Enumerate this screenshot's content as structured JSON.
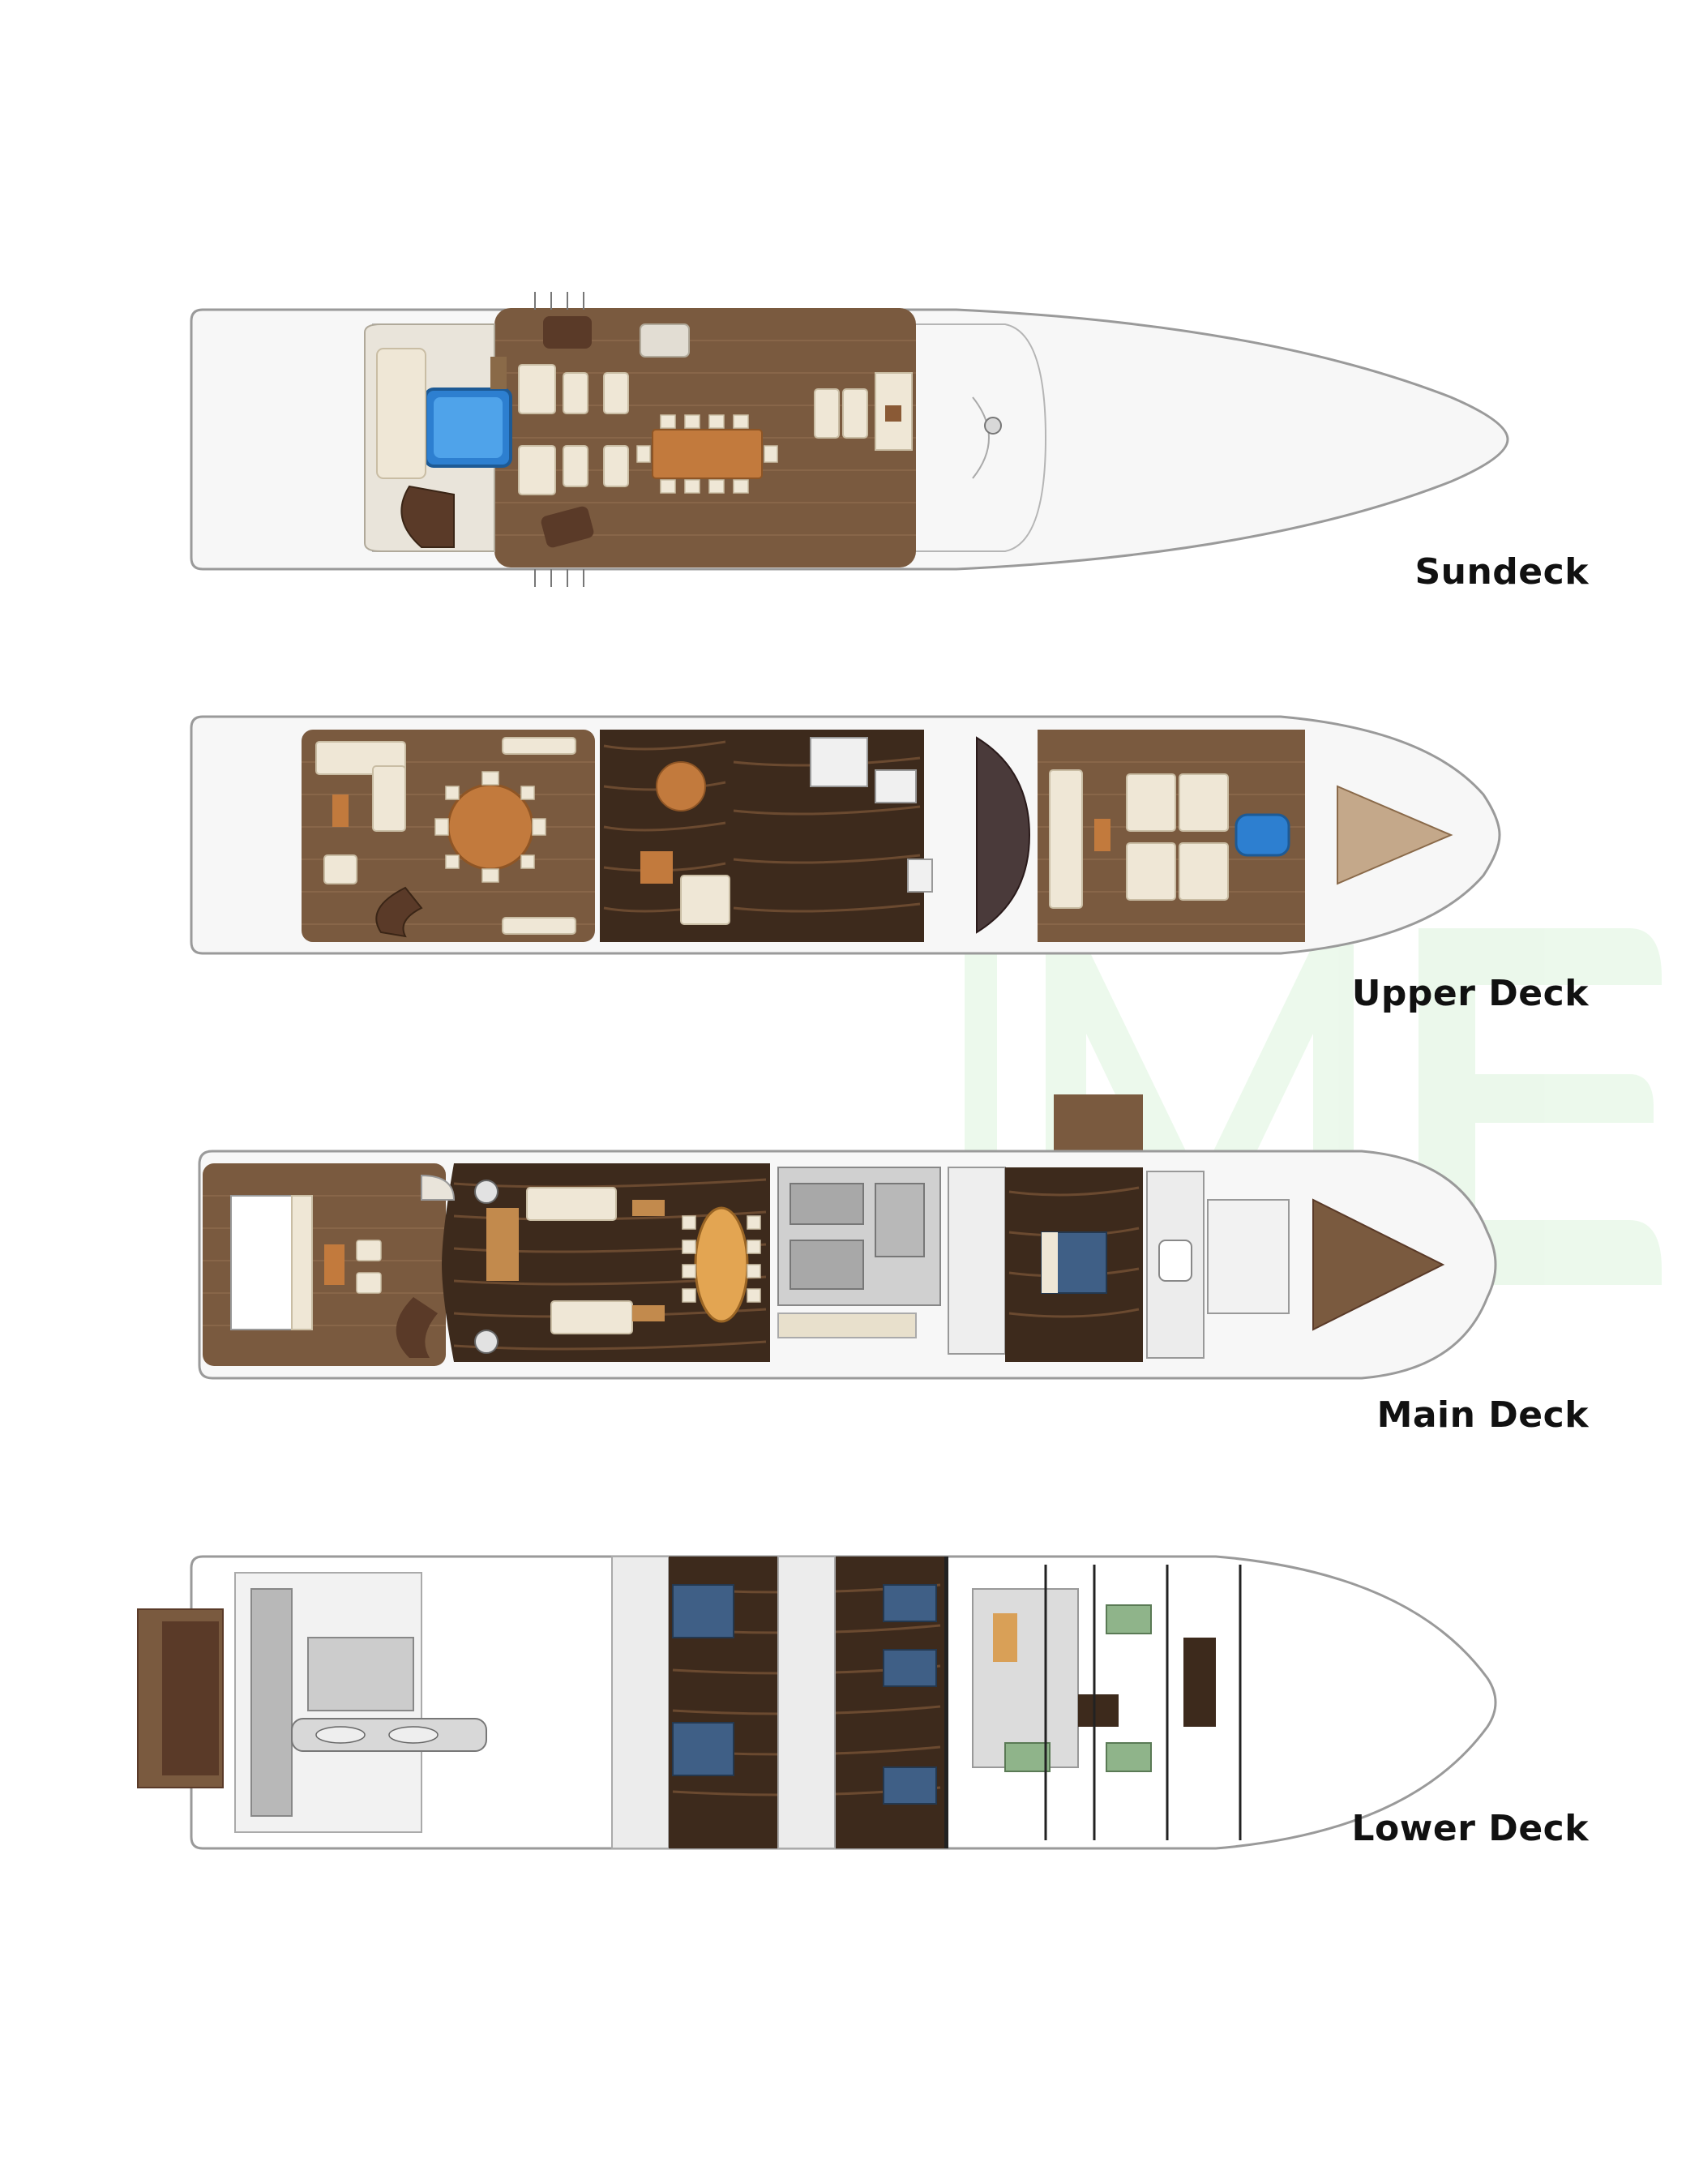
{
  "decks": [
    {
      "id": "sundeck",
      "label": "Sundeck"
    },
    {
      "id": "upper",
      "label": "Upper Deck"
    },
    {
      "id": "main",
      "label": "Main Deck"
    },
    {
      "id": "lower",
      "label": "Lower Deck"
    }
  ],
  "colors": {
    "hull": "#f7f7f7",
    "hull_outline": "#9a9a9a",
    "teak": "#7a5a3f",
    "dark_wood": "#3d2a1c",
    "upholstery": "#efe7d6",
    "table_wood": "#c27a3d",
    "pool_blue": "#2d7fd0",
    "bed_blue": "#3f5f86",
    "machinery_grey": "#9c9c9c",
    "crew_green": "#8fb48a",
    "watermark_green": "#6fcf6f"
  },
  "watermark": {
    "glyphs": "ME",
    "icon": "watermark-logo"
  }
}
